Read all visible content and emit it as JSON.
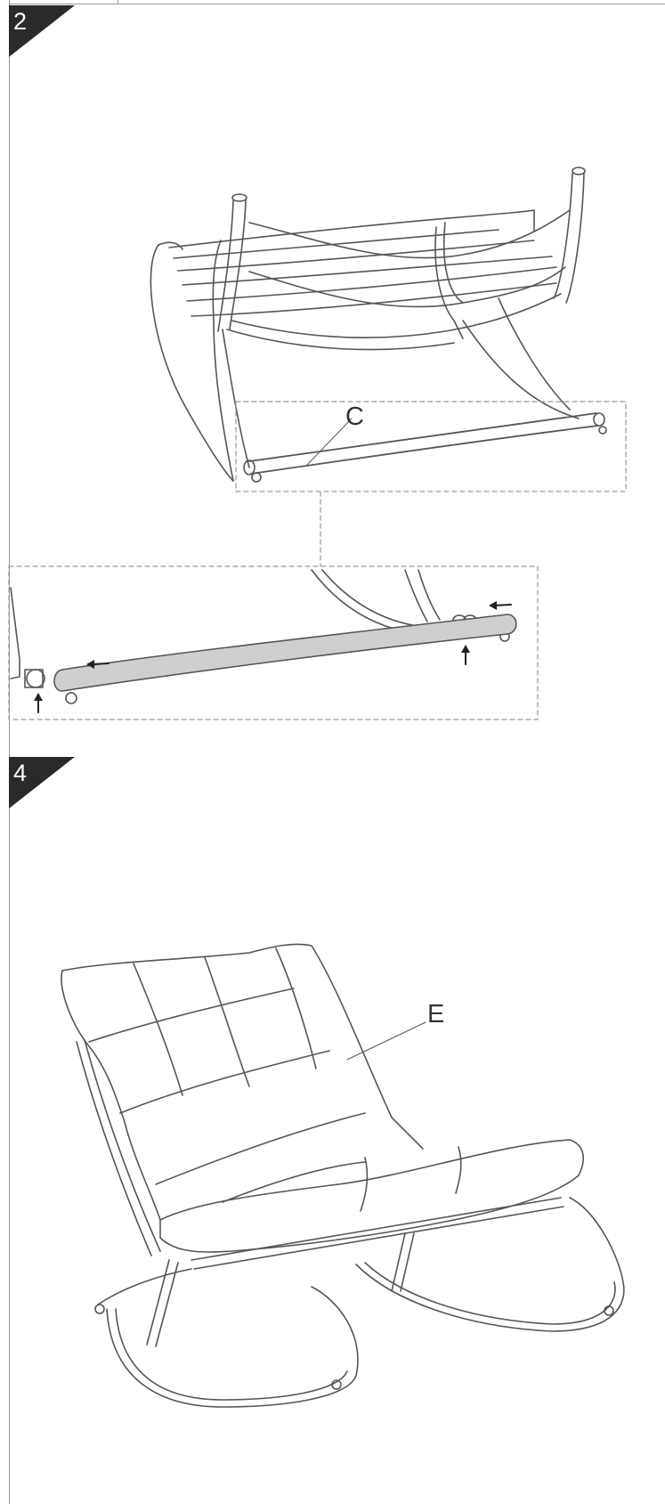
{
  "steps": [
    {
      "number": "2"
    },
    {
      "number": "4"
    }
  ],
  "part_labels": {
    "c": "C",
    "e": "E"
  },
  "colors": {
    "line": "#555555",
    "badge": "#2a2a2a",
    "highlight_bar": "#cfcfcf",
    "dashed_box": "#9a9a9a"
  },
  "icons": [
    "arrow-left-icon",
    "arrow-up-icon"
  ]
}
